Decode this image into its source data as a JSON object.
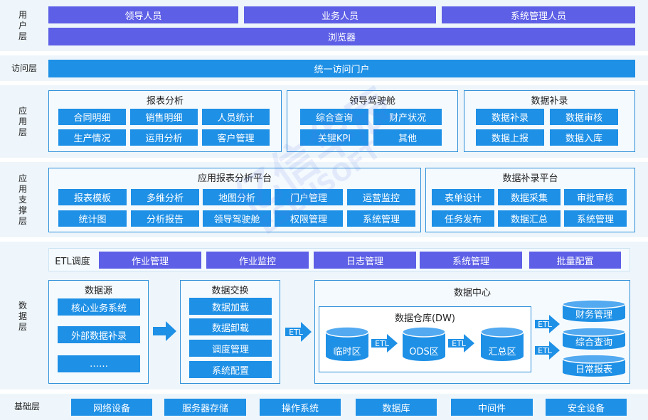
{
  "layers": {
    "user": "用户层",
    "access": "访问层",
    "app": "应用层",
    "support": "应用支撑层",
    "data": "数据层",
    "base": "基础层"
  },
  "user_layer": {
    "roles": [
      "领导人员",
      "业务人员",
      "系统管理人员"
    ],
    "browser": "浏览器"
  },
  "access_layer": {
    "portal": "统一访问门户"
  },
  "app_layer": {
    "report": {
      "title": "报表分析",
      "items": [
        "合同明细",
        "销售明细",
        "人员统计",
        "生产情况",
        "运用分析",
        "客户管理"
      ]
    },
    "cockpit": {
      "title": "领导驾驶舱",
      "items": [
        "综合查询",
        "财产状况",
        "关键KPI",
        "其他"
      ]
    },
    "supplement": {
      "title": "数据补录",
      "items": [
        "数据补录",
        "数据审核",
        "数据上报",
        "数据入库"
      ]
    }
  },
  "support_layer": {
    "platform": {
      "title": "应用报表分析平台",
      "items": [
        "报表模板",
        "多维分析",
        "地图分析",
        "门户管理",
        "运营监控",
        "统计图",
        "分析报告",
        "领导驾驶舱",
        "权限管理",
        "系统管理"
      ]
    },
    "supp_platform": {
      "title": "数据补录平台",
      "items": [
        "表单设计",
        "数据采集",
        "审批审核",
        "任务发布",
        "数据汇总",
        "系统管理"
      ]
    }
  },
  "data_layer": {
    "etl_title": "ETL调度",
    "etl_items": [
      "作业管理",
      "作业监控",
      "日志管理",
      "系统管理",
      "批量配置"
    ],
    "source": {
      "title": "数据源",
      "items": [
        "核心业务系统",
        "外部数据补录",
        "……"
      ]
    },
    "exchange": {
      "title": "数据交换",
      "items": [
        "数据加载",
        "数据卸载",
        "调度管理",
        "系统配置"
      ]
    },
    "center": {
      "title": "数据中心",
      "dw_title": "数据仓库(DW)",
      "dw_items": [
        "临时区",
        "ODS区",
        "汇总区"
      ],
      "marts": [
        "财务管理",
        "综合查询",
        "日常报表"
      ]
    },
    "etl_tag": "ETL"
  },
  "base_layer": {
    "items": [
      "网络设备",
      "服务器存储",
      "操作系统",
      "数据库",
      "中间件",
      "安全设备"
    ]
  },
  "watermark": {
    "cn": "亿信华辰",
    "en": "ESENSOFT"
  },
  "colors": {
    "purple": "#5d5fe6",
    "blue": "#1e90e6",
    "band": "#eef6fb",
    "frame": "#2d8fd8"
  }
}
